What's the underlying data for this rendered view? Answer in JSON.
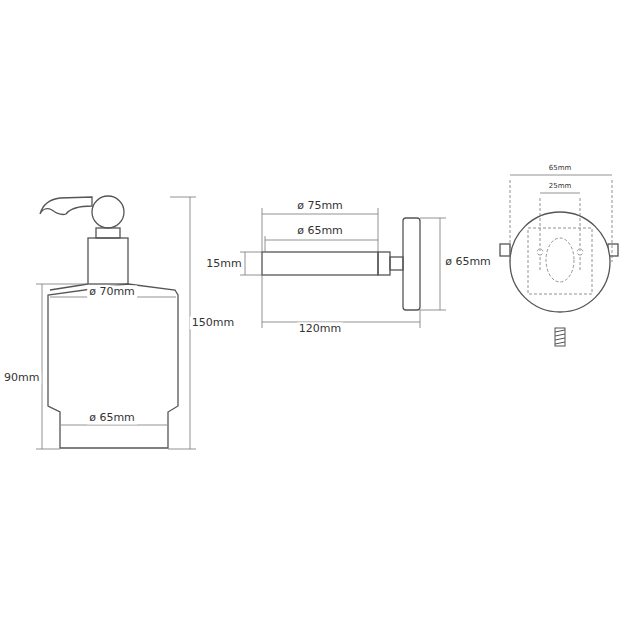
{
  "diagram": {
    "labels": [
      "ø 70mm",
      "ø 65mm",
      "90mm",
      "150mm",
      "ø 75mm",
      "ø 65mm",
      "15mm",
      "120mm",
      "ø 65mm",
      "65mm",
      "25mm"
    ]
  }
}
